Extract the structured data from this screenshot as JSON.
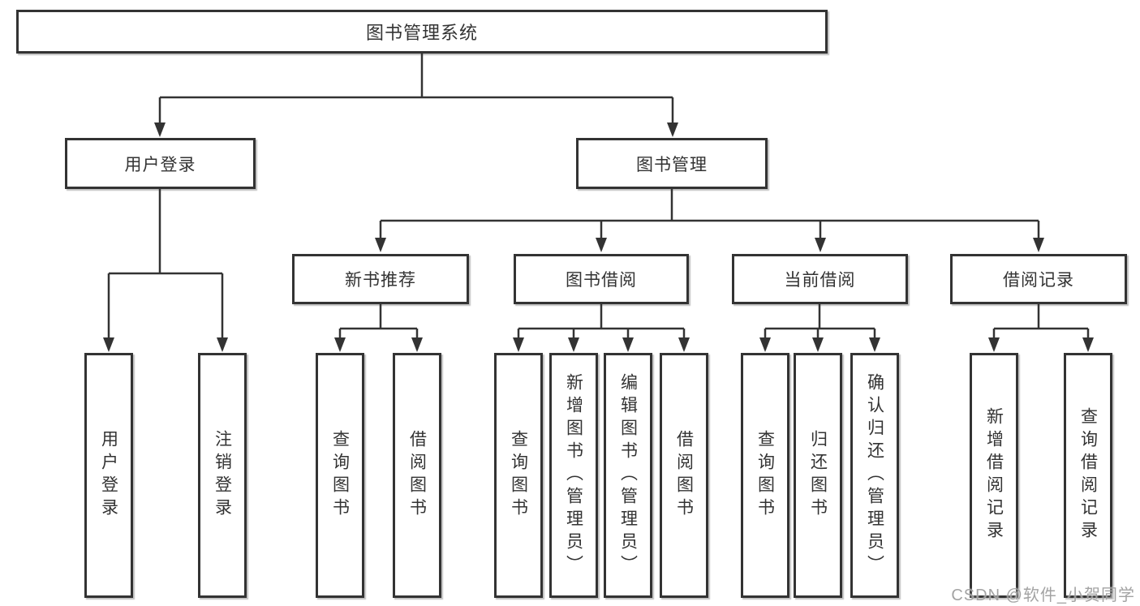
{
  "tree": {
    "root": {
      "label": "图书管理系统",
      "children": [
        {
          "label": "用户登录",
          "children": [
            {
              "label": "用户登录"
            },
            {
              "label": "注销登录"
            }
          ]
        },
        {
          "label": "图书管理",
          "children": [
            {
              "label": "新书推荐",
              "children": [
                {
                  "label": "查询图书"
                },
                {
                  "label": "借阅图书"
                }
              ]
            },
            {
              "label": "图书借阅",
              "children": [
                {
                  "label": "查询图书"
                },
                {
                  "label": "新增图书（管理员）"
                },
                {
                  "label": "编辑图书（管理员）"
                },
                {
                  "label": "借阅图书"
                }
              ]
            },
            {
              "label": "当前借阅",
              "children": [
                {
                  "label": "查询图书"
                },
                {
                  "label": "归还图书"
                },
                {
                  "label": "确认归还（管理员）"
                }
              ]
            },
            {
              "label": "借阅记录",
              "children": [
                {
                  "label": "新增借阅记录"
                },
                {
                  "label": "查询借阅记录"
                }
              ]
            }
          ]
        }
      ]
    }
  },
  "watermark": {
    "text": "CSDN @软件_小贺同学"
  },
  "colors": {
    "line": "#333333",
    "box_border": "#333333",
    "box_fill": "#ffffff",
    "text": "#333333",
    "background": "#ffffff",
    "watermark": "#9e9e9e"
  }
}
